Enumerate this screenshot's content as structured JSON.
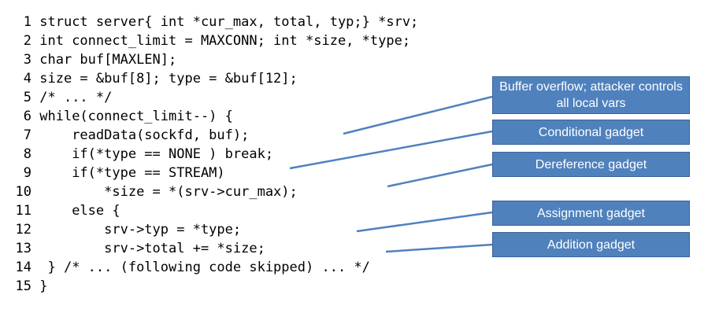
{
  "code_lines": [
    {
      "num": "1",
      "text": "struct server{ int *cur_max, total, typ;} *srv;"
    },
    {
      "num": "2",
      "text": "int connect_limit = MAXCONN; int *size, *type;"
    },
    {
      "num": "3",
      "text": "char buf[MAXLEN];"
    },
    {
      "num": "4",
      "text": "size = &buf[8]; type = &buf[12];"
    },
    {
      "num": "5",
      "text": "/* ... */"
    },
    {
      "num": "6",
      "text": "while(connect_limit--) {"
    },
    {
      "num": "7",
      "text": "    readData(sockfd, buf);"
    },
    {
      "num": "8",
      "text": "    if(*type == NONE ) break;"
    },
    {
      "num": "9",
      "text": "    if(*type == STREAM)"
    },
    {
      "num": "10",
      "text": "        *size = *(srv->cur_max);"
    },
    {
      "num": "11",
      "text": "    else {"
    },
    {
      "num": "12",
      "text": "        srv->typ = *type;"
    },
    {
      "num": "13",
      "text": "        srv->total += *size;"
    },
    {
      "num": "14",
      "text": " } /* ... (following code skipped) ... */"
    },
    {
      "num": "15",
      "text": "}"
    }
  ],
  "callouts": {
    "overflow": "Buffer overflow; attacker controls all local vars",
    "conditional": "Conditional gadget",
    "dereference": "Dereference gadget",
    "assignment": "Assignment gadget",
    "addition": "Addition gadget"
  },
  "colors": {
    "callout_fill": "#4f81bd",
    "leader_line": "#4f81bd"
  }
}
